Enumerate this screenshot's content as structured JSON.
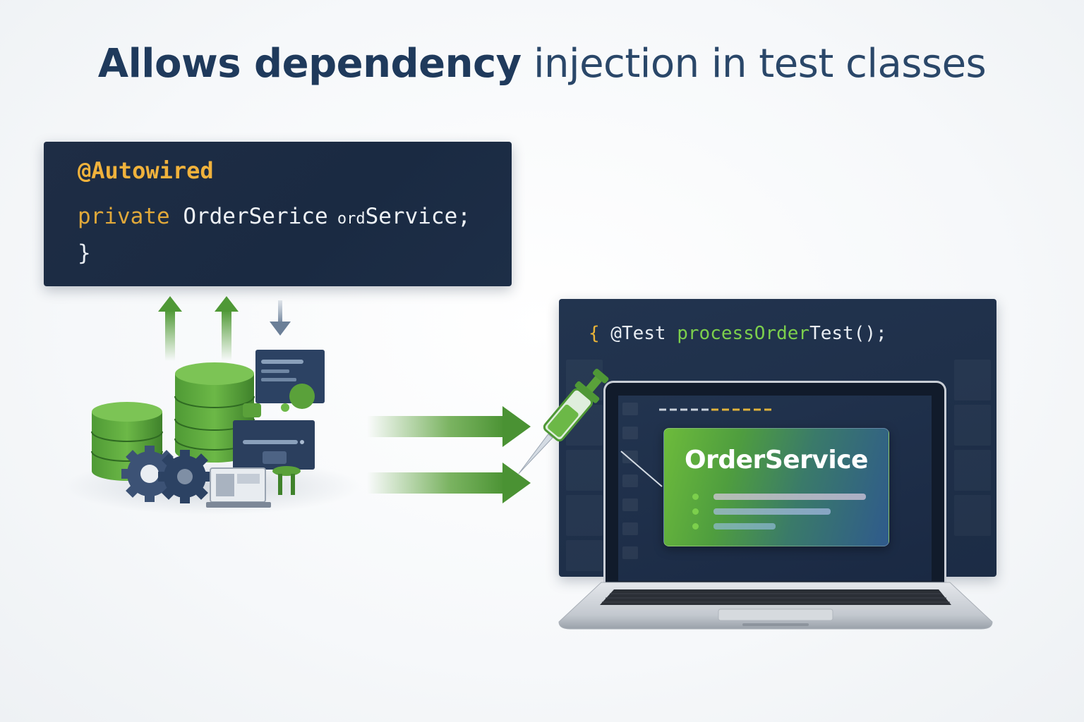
{
  "title": {
    "bold_part": "Allows dependency",
    "light_part": " injection in test classes"
  },
  "code_snippet": {
    "annotation": "@Autowired",
    "keyword": "private",
    "type": " OrderSerice",
    "field_prefix": " ord",
    "field": "Service;",
    "closing_brace": "}"
  },
  "test_panel": {
    "bracket": "{",
    "annotation": " @Test ",
    "method_highlight": "processOrder",
    "method_rest": "Test();"
  },
  "service_card": {
    "name": "OrderService"
  },
  "colors": {
    "navy": "#1f3a5c",
    "code_bg": "#1a2a42",
    "accent_green": "#5aa13a",
    "annotation_yellow": "#f0b23c"
  }
}
